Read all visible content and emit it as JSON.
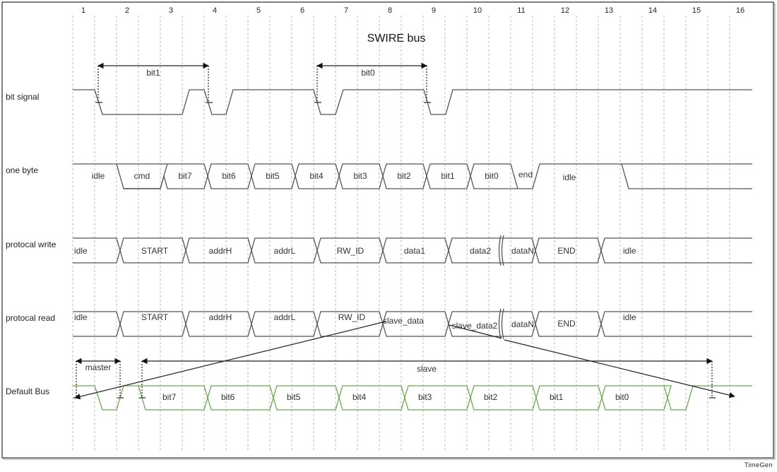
{
  "title": "SWIRE bus",
  "footer": "TimeGen",
  "columns": [
    "1",
    "2",
    "3",
    "4",
    "5",
    "6",
    "7",
    "8",
    "9",
    "10",
    "11",
    "12",
    "13",
    "14",
    "15",
    "16"
  ],
  "signals": [
    {
      "name": "bit signal",
      "type": "bit"
    },
    {
      "name": "one byte",
      "type": "bus",
      "segments": [
        "idle",
        "cmd",
        "bit7",
        "bit6",
        "bit5",
        "bit4",
        "bit3",
        "bit2",
        "bit1",
        "bit0",
        "end",
        "idle"
      ]
    },
    {
      "name": "protocal write",
      "type": "bus",
      "segments": [
        "idle",
        "START",
        "addrH",
        "addrL",
        "RW_ID",
        "data1",
        "data2",
        "dataN",
        "END",
        "idle"
      ]
    },
    {
      "name": "protocal read",
      "type": "bus",
      "segments": [
        "idle",
        "START",
        "addrH",
        "addrL",
        "RW_ID",
        "slave_data",
        "slave_data2",
        "dataN",
        "END",
        "idle"
      ]
    },
    {
      "name": "Default Bus",
      "type": "bus",
      "color": "#6aa84f",
      "segments": [
        "bit7",
        "bit6",
        "bit5",
        "bit4",
        "bit3",
        "bit2",
        "bit1",
        "bit0"
      ]
    }
  ],
  "annotations": {
    "bit1": "bit1",
    "bit0": "bit0",
    "master": "master",
    "slave": "slave"
  },
  "colors": {
    "waveform": "#555555",
    "default_bus": "#6aa84f",
    "grid": "#b8b8b8",
    "arrow": "#222222"
  }
}
